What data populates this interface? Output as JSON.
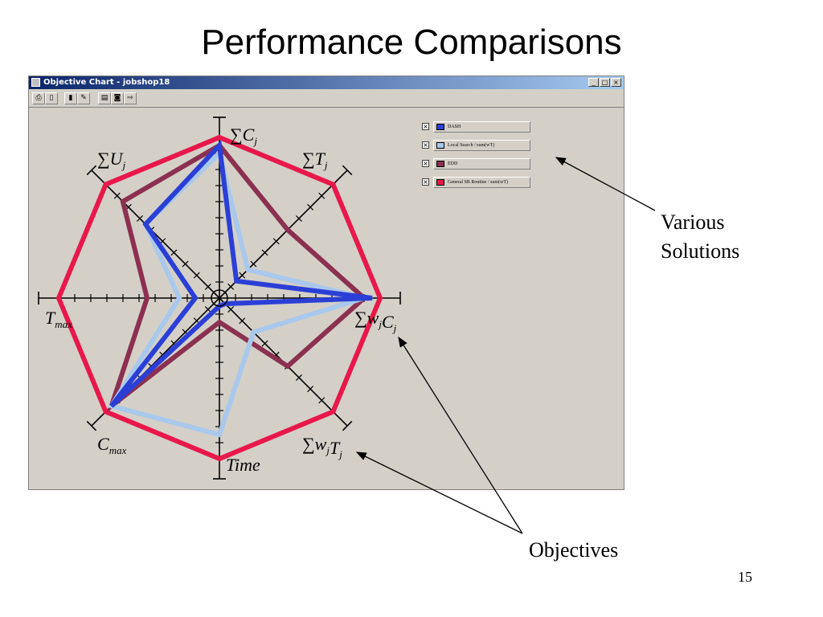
{
  "slide": {
    "title": "Performance Comparisons",
    "page_number": "15"
  },
  "window": {
    "title": "Objective Chart - jobshop18",
    "buttons": {
      "minimize": "_",
      "maximize": "□",
      "close": "×"
    }
  },
  "toolbar": {
    "buttons": [
      "print",
      "print-preview",
      "chart",
      "edit",
      "open",
      "save",
      "export"
    ]
  },
  "legend": {
    "items": [
      {
        "label": "DASH",
        "color": "#2b3fd6",
        "checked": true
      },
      {
        "label": "Local Search / sum(wT)",
        "color": "#a8c8ec",
        "checked": true
      },
      {
        "label": "EDD",
        "color": "#8b3050",
        "checked": true
      },
      {
        "label": "General SB Routine / sum(wT)",
        "color": "#e8184a",
        "checked": true
      }
    ]
  },
  "annotations": {
    "various_solutions": [
      "Various",
      "Solutions"
    ],
    "objectives": "Objectives"
  },
  "chart_data": {
    "type": "radar",
    "axes": [
      {
        "label_main": "∑C",
        "label_sub": "j"
      },
      {
        "label_main": "∑T",
        "label_sub": "j"
      },
      {
        "label_main": "∑w",
        "label_sub": "j",
        "label_main2": "C",
        "label_sub2": "j"
      },
      {
        "label_main": "∑w",
        "label_sub": "j",
        "label_main2": "T",
        "label_sub2": "j"
      },
      {
        "label_main": "Time",
        "label_sub": ""
      },
      {
        "label_main": "C",
        "label_sub": "max"
      },
      {
        "label_main": "T",
        "label_sub": "max"
      },
      {
        "label_main": "∑U",
        "label_sub": "j"
      }
    ],
    "ticks_per_axis": 10,
    "max_value": 10,
    "series": [
      {
        "name": "General SB Routine / sum(wT)",
        "color": "#e8184a",
        "values": [
          10,
          10,
          10,
          10,
          10,
          10,
          10,
          10
        ]
      },
      {
        "name": "EDD",
        "color": "#8b3050",
        "values": [
          9.5,
          6,
          9,
          6,
          1.5,
          9.5,
          4.5,
          8.5
        ]
      },
      {
        "name": "Local Search / sum(wT)",
        "color": "#a8c8ec",
        "values": [
          9,
          2.5,
          9,
          3,
          8.5,
          9.5,
          2.5,
          6.5
        ]
      },
      {
        "name": "DASH",
        "color": "#2b3fd6",
        "values": [
          9.5,
          1.5,
          9.5,
          0.5,
          0.5,
          9.5,
          1.5,
          6.5
        ]
      }
    ]
  }
}
